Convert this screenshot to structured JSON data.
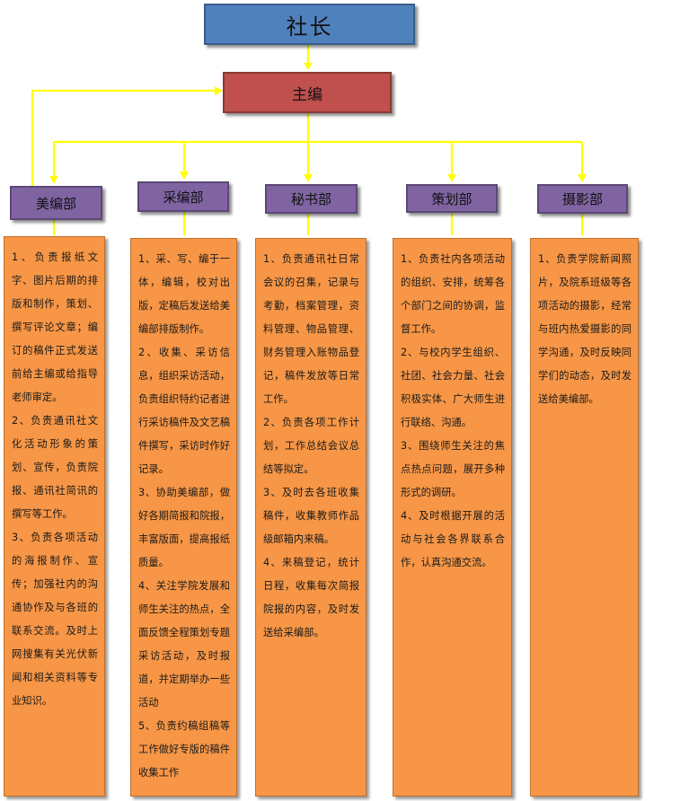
{
  "top": {
    "title": "社长"
  },
  "chief": {
    "title": "主编"
  },
  "departments": [
    {
      "name": "美编部",
      "duties": [
        "1、负责报纸文字、图片后期的排版和制作，策划、撰写评论文章；编订的稿件正式发送前给主编或给指导老师审定。",
        "2、负责通讯社文化活动形象的策划、宣传，负责院报、通讯社简讯的撰写等工作。",
        "3、负责各项活动的海报制作、宣传；加强社内的沟通协作及与各班的联系交流。及时上网搜集有关光伏新闻和相关资料等专业知识。"
      ]
    },
    {
      "name": "采编部",
      "duties": [
        "1、采、写、编于一体，编辑，校对出版，定稿后发送给美编部排版制作。",
        "2、收集、采访信息，组织采访活动，负责组织特约记者进行采访稿件及文艺稿件撰写，采访时作好记录。",
        "3、协助美编部，做好各期简报和院报，丰富版面，提高报纸质量。",
        "4、关注学院发展和师生关注的热点，全面反馈全程策划专题采访活动，及时报道，并定期举办一些活动",
        "5、负责约稿组稿等工作做好专版的稿件收集工作"
      ]
    },
    {
      "name": "秘书部",
      "duties": [
        "1、负责通讯社日常会议的召集，记录与考勤，档案管理，资料管理、物品管理、财务管理入账物品登记，稿件发放等日常工作。",
        "2、负责各项工作计划，工作总结会议总结等拟定。",
        "3、及时去各班收集稿件，收集教师作品级邮箱内来稿。",
        "4、来稿登记，统计日程，收集每次简报院报的内容，及时发送给采编部。"
      ]
    },
    {
      "name": "策划部",
      "duties": [
        "1、负责社内各项活动的组织、安排，统筹各个部门之间的协调，监督工作。",
        "2、与校内学生组织、社团、社会力量、社会积极实体、广大师生进行联络、沟通。",
        "3、围绕师生关注的焦点热点问题，展开多种形式的调研。",
        "4、及时根据开展的活动与社会各界联系合作，认真沟通交流。"
      ]
    },
    {
      "name": "摄影部",
      "duties": [
        "1、负责学院新闻照片，及院系班级等各项活动的摄影，经常与班内热爱摄影的同学沟通，及时反映同学们的动态，及时发送给美编部。"
      ]
    }
  ]
}
